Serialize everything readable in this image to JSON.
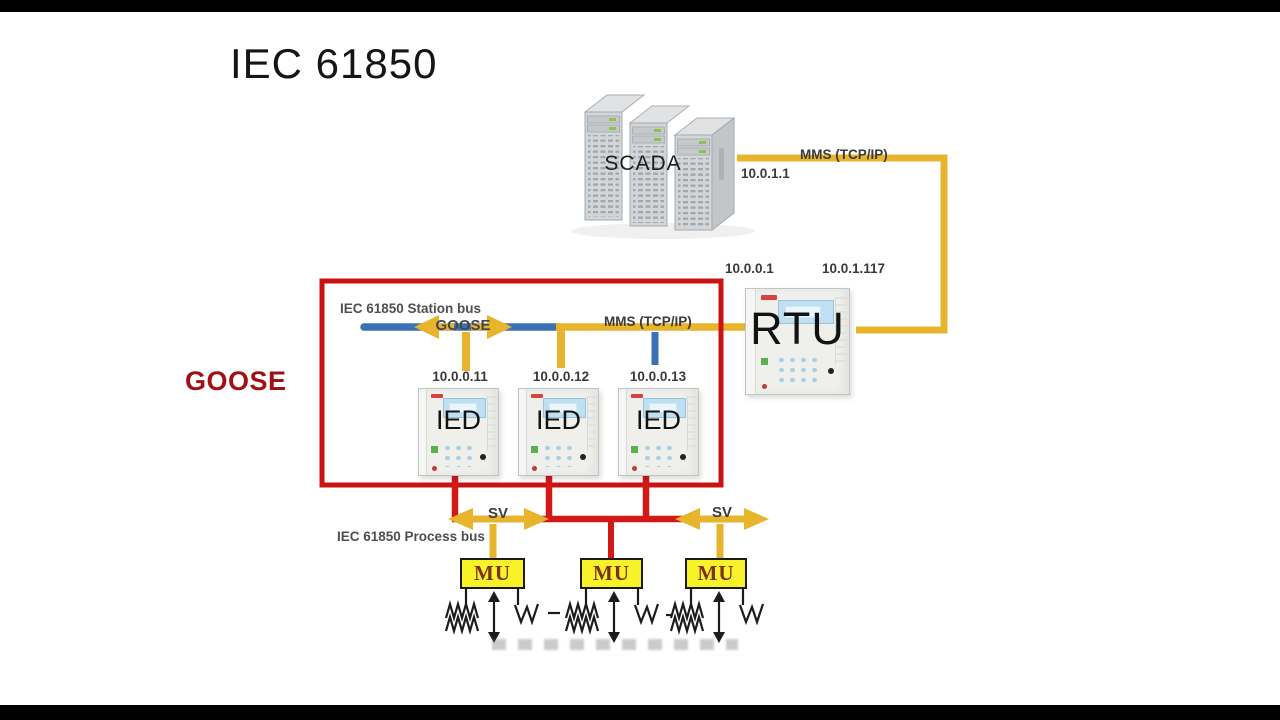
{
  "title": "IEC 61850",
  "goose_zone": {
    "label": "GOOSE"
  },
  "scada": {
    "label": "SCADA",
    "ip": "10.0.1.1"
  },
  "rtu": {
    "label": "RTU",
    "ip_station": "10.0.0.1",
    "ip_scada": "10.0.1.117"
  },
  "links": {
    "scada_rtu": "MMS (TCP/IP)",
    "station_goose": "GOOSE",
    "station_mms": "MMS (TCP/IP)",
    "sv_left": "SV",
    "sv_right": "SV"
  },
  "station_bus": {
    "label": "IEC 61850 Station bus"
  },
  "process_bus": {
    "label": "IEC 61850 Process bus"
  },
  "ieds": [
    {
      "label": "IED",
      "ip": "10.0.0.11"
    },
    {
      "label": "IED",
      "ip": "10.0.0.12"
    },
    {
      "label": "IED",
      "ip": "10.0.0.13"
    }
  ],
  "mus": [
    {
      "label": "MU"
    },
    {
      "label": "MU"
    },
    {
      "label": "MU"
    }
  ],
  "colors": {
    "link_yellow": "#E7B42C",
    "bus_blue": "#3B72B7",
    "process_red": "#D31818",
    "zone_red": "#C81311",
    "goose_text": "#A01116",
    "mu_fill": "#F8F228",
    "mu_text": "#7B3018"
  }
}
